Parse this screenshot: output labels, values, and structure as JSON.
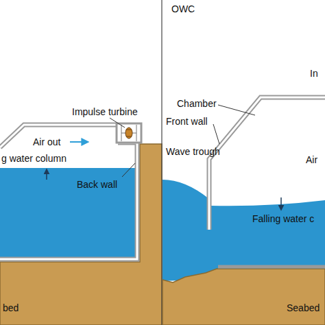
{
  "diagram": {
    "labels": [
      "Impulse turbine",
      "Air out",
      "g water column",
      "Back wall",
      "bed",
      "OWC",
      "Chamber",
      "Front wall",
      "Wave trough",
      "In",
      "Air",
      "Falling water c",
      "Seabed"
    ]
  }
}
